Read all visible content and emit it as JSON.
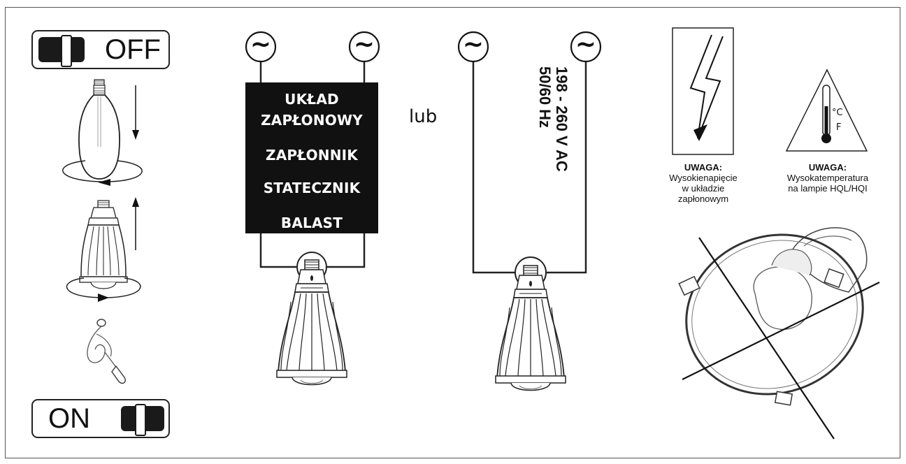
{
  "switches": {
    "off_label": "OFF",
    "on_label": "ON"
  },
  "circuit": {
    "terminal_symbol": "~",
    "box_lines": [
      "UKŁAD",
      "ZAPŁONOWY",
      "ZAPŁONNIK",
      "STATECZNIK",
      "BALAST"
    ],
    "or_label": "lub",
    "voltage_line1": "198 - 260 V AC",
    "voltage_line2": "50/60 Hz"
  },
  "warnings": {
    "voltage_title": "UWAGA:",
    "voltage_text": [
      "Wysokienapięcie",
      "w układzie",
      "zapłonowym"
    ],
    "temp_title": "UWAGA:",
    "temp_text": [
      "Wysokatemperatura",
      "na lampie HQL/HQI"
    ],
    "thermo_c": "°C",
    "thermo_f": "F"
  }
}
